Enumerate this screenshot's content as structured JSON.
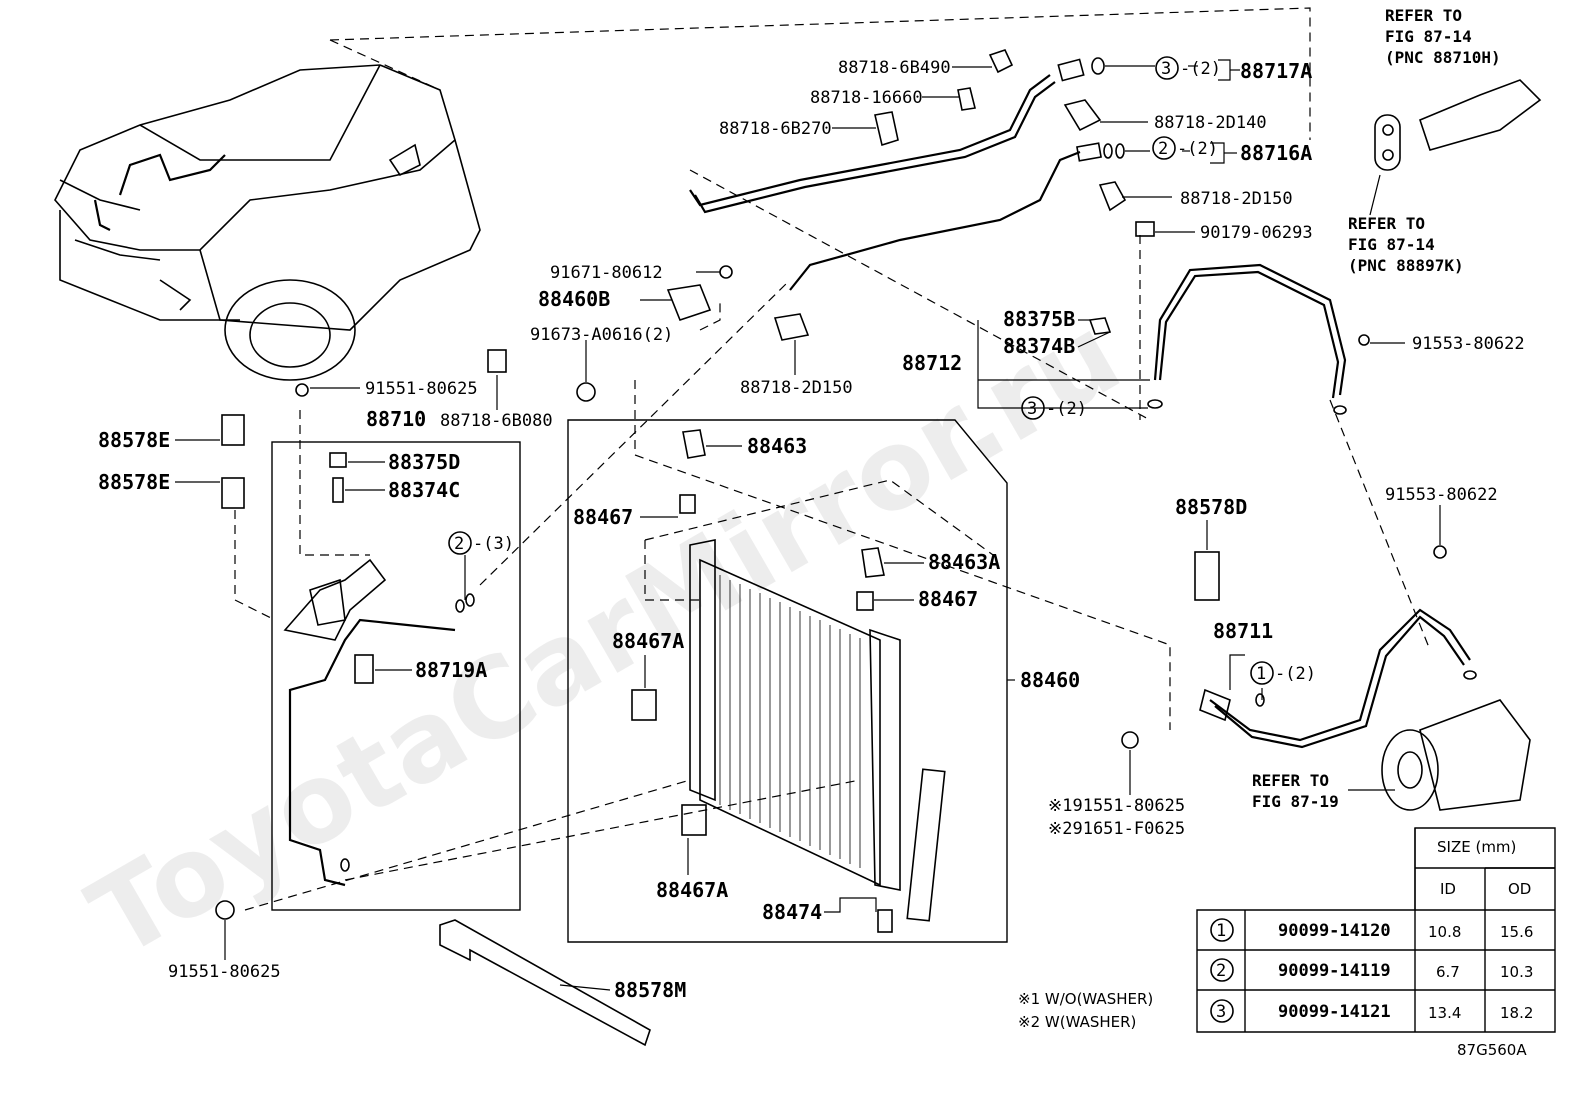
{
  "watermark": "ToyotaCarMirror.ru",
  "figure_code": "87G560A",
  "refs": {
    "ref1": [
      "REFER TO",
      "FIG 87-14",
      "(PNC 88710H)"
    ],
    "ref2": [
      "REFER TO",
      "FIG 87-14",
      "(PNC 88897K)"
    ],
    "ref3": [
      "REFER TO",
      "FIG 87-19"
    ]
  },
  "labels": {
    "p88718_6B490": "88718-6B490",
    "p88718_16660": "88718-16660",
    "p88718_6B270": "88718-6B270",
    "p88717A": "88717A",
    "p88718_2D140": "88718-2D140",
    "p88716A": "88716A",
    "p88718_2D150a": "88718-2D150",
    "p90179_06293": "90179-06293",
    "p91671_80612": "91671-80612",
    "p88460B": "88460B",
    "p91673_A0616": "91673-A0616(2)",
    "p88718_2D150b": "88718-2D150",
    "p88375B": "88375B",
    "p88374B": "88374B",
    "p88712": "88712",
    "p91553_80622a": "91553-80622",
    "p91551_80625a": "91551-80625",
    "p88710": "88710",
    "p88718_6B080": "88718-6B080",
    "p88578Ea": "88578E",
    "p88578Eb": "88578E",
    "p88375D": "88375D",
    "p88374C": "88374C",
    "p88719A": "88719A",
    "p88463": "88463",
    "p88467a": "88467",
    "p88463A": "88463A",
    "p88467b": "88467",
    "p88467Aa": "88467A",
    "p88460": "88460",
    "p88467Ab": "88467A",
    "p88474": "88474",
    "p88578D": "88578D",
    "p88711": "88711",
    "p91553_80622b": "91553-80622",
    "p191551": "※191551-80625",
    "p291651": "※291651-F0625",
    "p91551_80625b": "91551-80625",
    "p88578M": "88578M"
  },
  "oring_callouts": {
    "c3a": {
      "num": "3",
      "qty": "-(2)"
    },
    "c2a": {
      "num": "2",
      "qty": "-(2)"
    },
    "c3b": {
      "num": "3",
      "qty": "-(2)"
    },
    "c2b": {
      "num": "2",
      "qty": "-(3)"
    },
    "c1a": {
      "num": "1",
      "qty": "-(2)"
    }
  },
  "notes": {
    "n1": "※1 W/O(WASHER)",
    "n2": "※2 W(WASHER)"
  },
  "size_table": {
    "title": "SIZE (mm)",
    "col_id": "ID",
    "col_od": "OD",
    "rows": [
      {
        "num": "1",
        "part": "90099-14120",
        "id": "10.8",
        "od": "15.6"
      },
      {
        "num": "2",
        "part": "90099-14119",
        "id": "6.7",
        "od": "10.3"
      },
      {
        "num": "3",
        "part": "90099-14121",
        "id": "13.4",
        "od": "18.2"
      }
    ]
  }
}
